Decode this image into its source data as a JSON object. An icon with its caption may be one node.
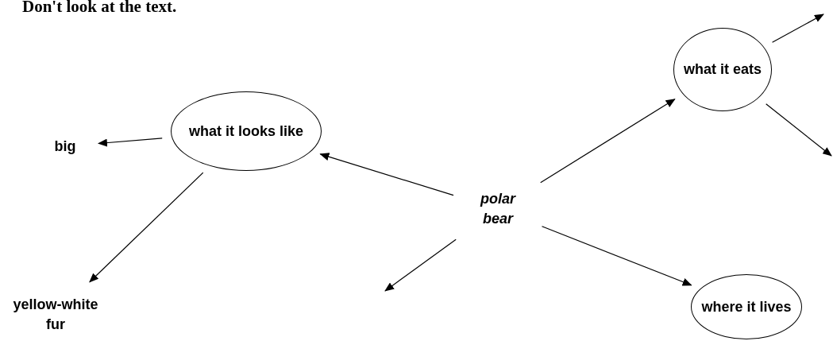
{
  "diagram": {
    "title": "Don't look at the text.",
    "nodes": [
      {
        "text": [
          "polar bear"
        ]
      },
      {
        "text": [
          "what it looks like"
        ]
      },
      {
        "text": [
          "big"
        ]
      },
      {
        "text": [
          "yellow-white fur"
        ]
      },
      {
        "text": [
          "what it eats"
        ]
      },
      {
        "text": [
          "where it lives"
        ]
      }
    ],
    "edges": [
      {
        "from": 0,
        "to": 1,
        "arrow": "to"
      },
      {
        "from": 1,
        "to": 2,
        "arrow": "to"
      },
      {
        "from": 1,
        "to": 3,
        "arrow": "to"
      },
      {
        "from": 0,
        "to": 4,
        "arrow": "to"
      },
      {
        "from": 0,
        "to": 5,
        "arrow": "to"
      },
      {
        "from": 0,
        "to": null,
        "arrow": "to"
      },
      {
        "from": 4,
        "to": null,
        "arrow": "to"
      },
      {
        "from": 4,
        "to": null,
        "arrow": "to"
      }
    ]
  }
}
